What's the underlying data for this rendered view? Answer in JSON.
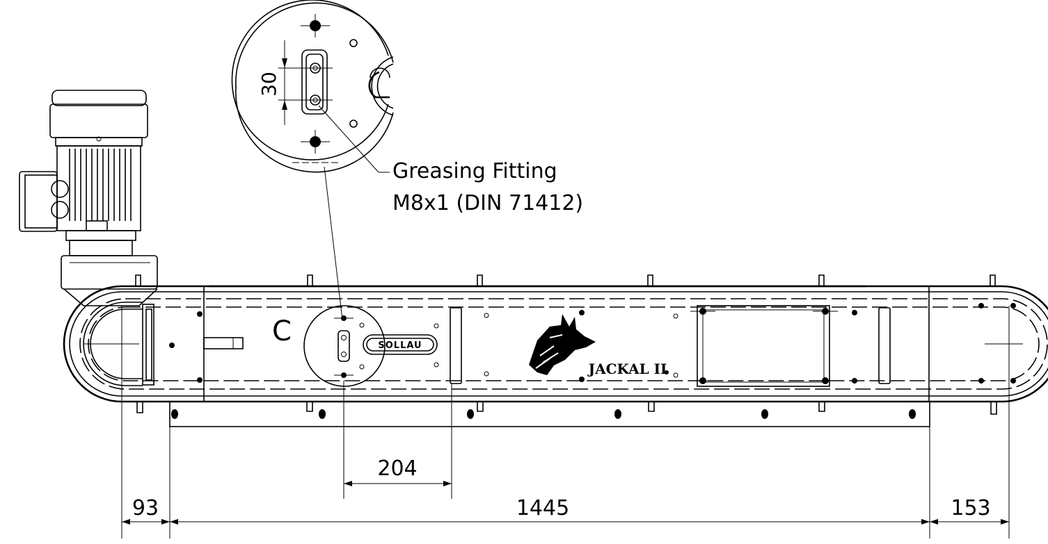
{
  "callout": {
    "line1": "Greasing Fitting",
    "line2": "M8x1 (DIN 71412)"
  },
  "detail": {
    "label": "C",
    "spacing_dimension": "30"
  },
  "dimensions": {
    "left_offset": "93",
    "overall_length": "1445",
    "right_offset": "153",
    "fitting_offset": "204"
  },
  "branding": {
    "company_logo": "SOLLAU",
    "product_name": "JACKAL II"
  }
}
